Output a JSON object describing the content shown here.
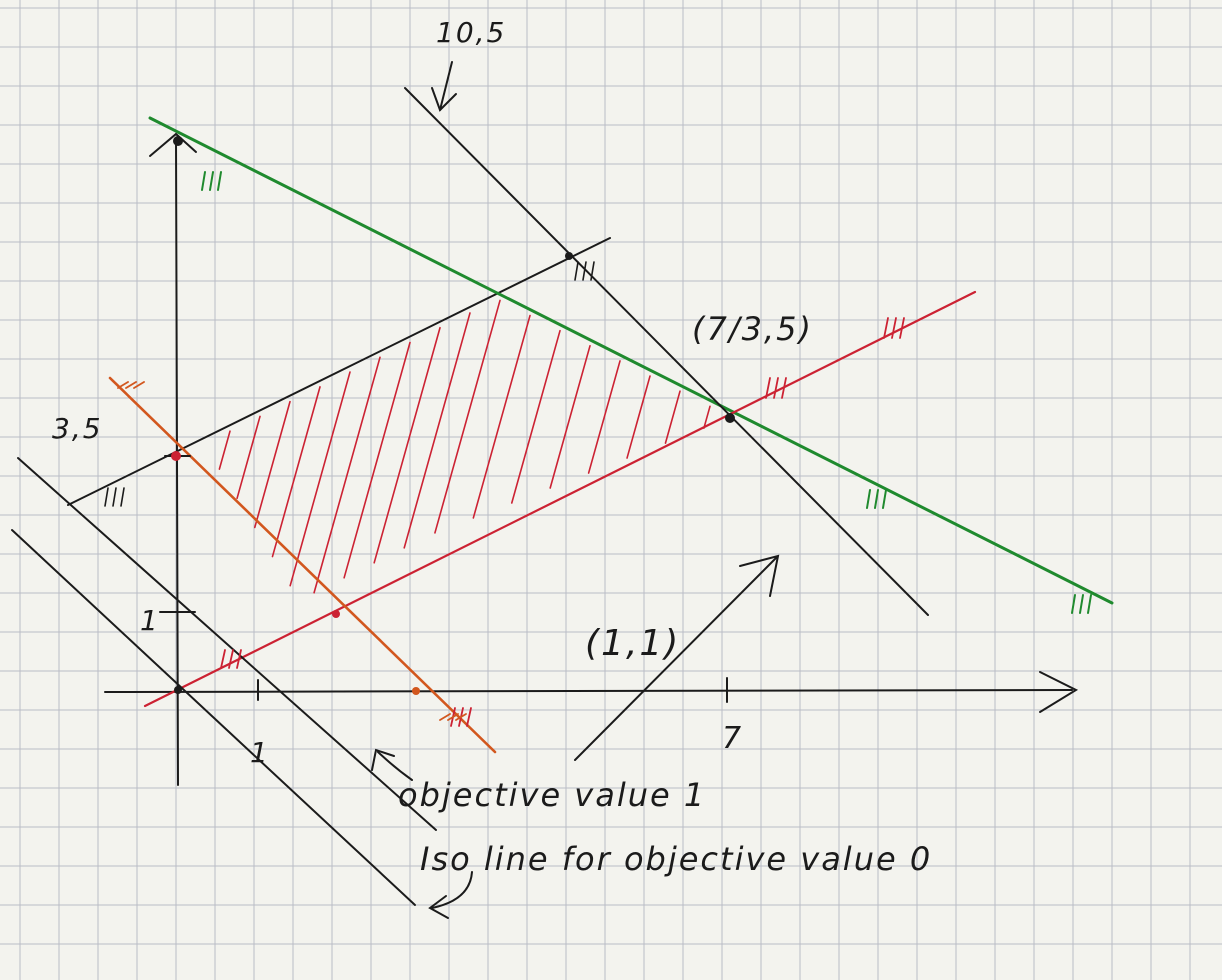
{
  "labels": {
    "iso_top": "10,5",
    "vertex": "(7/3,5)",
    "y_tick": "3,5",
    "y_one": "1",
    "x_one": "1",
    "x_seven": "7",
    "direction": "(1,1)",
    "objective_one": "objective value 1",
    "objective_zero": "Iso line for objective value 0"
  },
  "colors": {
    "paper": "#f3f3ee",
    "grid": "#b9bdc6",
    "ink": "#1b1b1b",
    "green": "#1f8a2e",
    "red": "#cc2233",
    "orange": "#d2571e"
  },
  "icons": {
    "x_axis_arrow": "arrow-right-icon",
    "y_axis_arrow": "arrow-up-icon",
    "direction_arrow": "arrow-up-right-icon",
    "pointer_objective_one": "curved-arrow-left-icon",
    "pointer_objective_zero": "curved-arrow-left-icon",
    "pointer_iso_top": "arrow-down-icon"
  }
}
